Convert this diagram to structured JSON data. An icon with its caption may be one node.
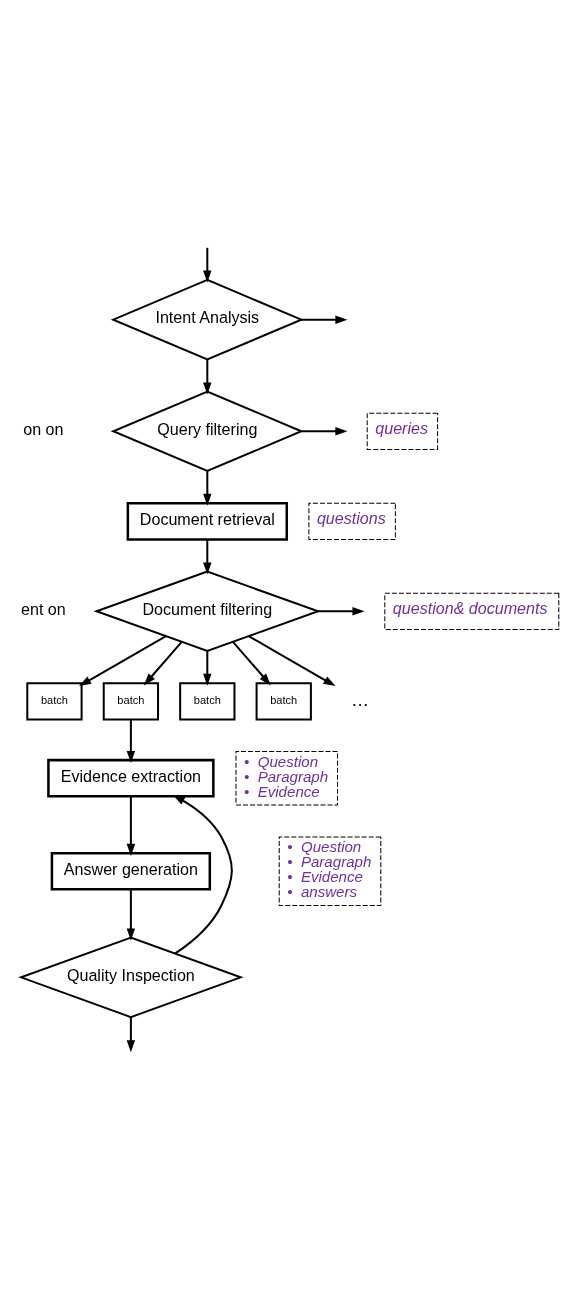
{
  "diagram": {
    "nodes": [
      {
        "text": [
          "Intent Analysis"
        ]
      },
      {
        "text": [
          "Query filtering"
        ]
      },
      {
        "text": [
          "Document retrieval"
        ]
      },
      {
        "text": [
          "Document filtering"
        ]
      },
      {
        "text": [
          "batch"
        ]
      },
      {
        "text": [
          "batch"
        ]
      },
      {
        "text": [
          "batch"
        ]
      },
      {
        "text": [
          "batch"
        ]
      },
      {
        "text": [
          "…"
        ]
      },
      {
        "text": [
          "Evidence extraction"
        ]
      },
      {
        "text": [
          "Answer generation"
        ]
      },
      {
        "text": [
          "Quality Inspection"
        ]
      },
      {
        "text": [
          "queries"
        ]
      },
      {
        "text": [
          "questions"
        ]
      },
      {
        "text": [
          "question& documents"
        ]
      },
      {
        "text": [
          "•  Question",
          "•  Paragraph",
          "•  Evidence"
        ]
      },
      {
        "text": [
          "•  Question",
          "•  Paragraph",
          "•  Evidence",
          "•  answers"
        ]
      }
    ],
    "edges": [
      {
        "from": 0,
        "to": null,
        "arrow": "to"
      },
      {
        "from": null,
        "to": 0,
        "arrow": "to"
      },
      {
        "from": 0,
        "to": 1,
        "arrow": "to"
      },
      {
        "from": 1,
        "to": null,
        "arrow": "to"
      },
      {
        "from": 1,
        "to": 2,
        "arrow": "to"
      },
      {
        "from": 2,
        "to": 3,
        "arrow": "to"
      },
      {
        "from": 3,
        "to": null,
        "arrow": "to"
      },
      {
        "from": 3,
        "to": 4,
        "arrow": "to"
      },
      {
        "from": 3,
        "to": 5,
        "arrow": "to"
      },
      {
        "from": 3,
        "to": 6,
        "arrow": "to"
      },
      {
        "from": 3,
        "to": 7,
        "arrow": "to"
      },
      {
        "from": 3,
        "to": 8,
        "arrow": "to"
      },
      {
        "from": 5,
        "to": 9,
        "arrow": "to"
      },
      {
        "from": 9,
        "to": 10,
        "arrow": "to"
      },
      {
        "from": 10,
        "to": 11,
        "arrow": "to"
      },
      {
        "from": 11,
        "to": 9,
        "arrow": "to"
      },
      {
        "from": 11,
        "to": null,
        "arrow": "to"
      }
    ],
    "labels": [
      "on on",
      "ent on"
    ]
  }
}
